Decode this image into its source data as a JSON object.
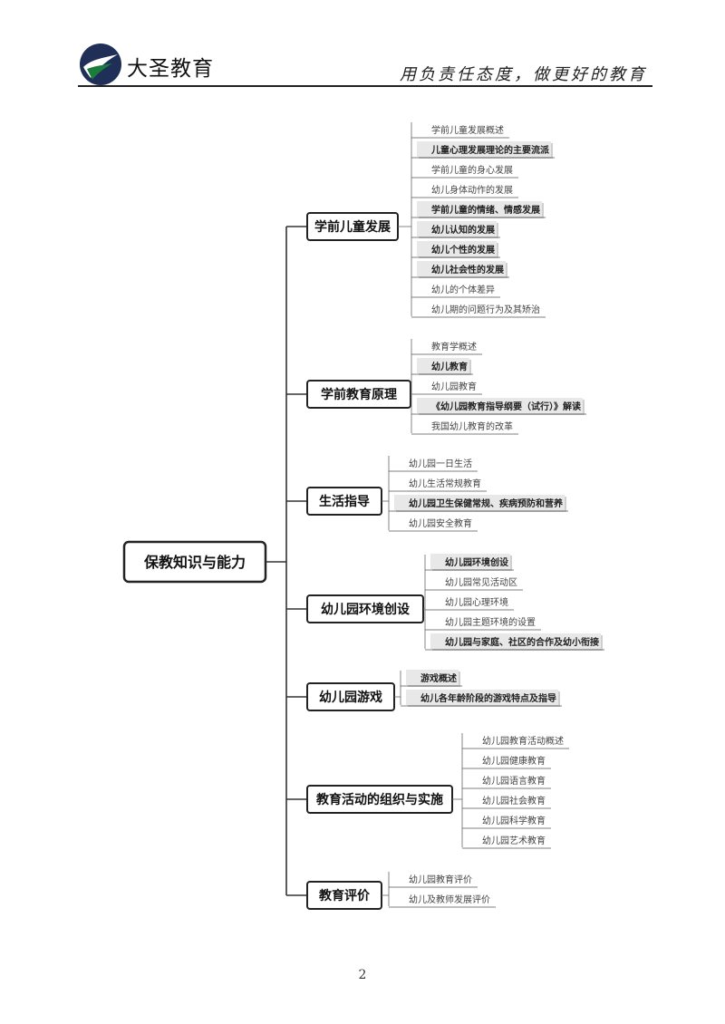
{
  "header": {
    "brand": "大圣教育",
    "slogan": "用负责任态度，做更好的教育",
    "colors": {
      "logo_ring": "#1f2f57",
      "logo_inner": "#1a7d3c"
    }
  },
  "mindmap": {
    "root": "保教知识与能力",
    "branches": [
      {
        "label": "学前儿童发展",
        "leaves": [
          {
            "text": "学前儿童发展概述",
            "highlight": false
          },
          {
            "text": "儿童心理发展理论的主要流派",
            "highlight": true
          },
          {
            "text": "学前儿童的身心发展",
            "highlight": false
          },
          {
            "text": "幼儿身体动作的发展",
            "highlight": false
          },
          {
            "text": "学前儿童的情绪、情感发展",
            "highlight": true
          },
          {
            "text": "幼儿认知的发展",
            "highlight": true
          },
          {
            "text": "幼儿个性的发展",
            "highlight": true
          },
          {
            "text": "幼儿社会性的发展",
            "highlight": true
          },
          {
            "text": "幼儿的个体差异",
            "highlight": false
          },
          {
            "text": "幼儿期的问题行为及其矫治",
            "highlight": false
          }
        ]
      },
      {
        "label": "学前教育原理",
        "leaves": [
          {
            "text": "教育学概述",
            "highlight": false
          },
          {
            "text": "幼儿教育",
            "highlight": true
          },
          {
            "text": "幼儿园教育",
            "highlight": false
          },
          {
            "text": "《幼儿园教育指导纲要（试行）》解读",
            "highlight": true
          },
          {
            "text": "我国幼儿教育的改革",
            "highlight": false
          }
        ]
      },
      {
        "label": "生活指导",
        "leaves": [
          {
            "text": "幼儿园一日生活",
            "highlight": false
          },
          {
            "text": "幼儿生活常规教育",
            "highlight": false
          },
          {
            "text": "幼儿园卫生保健常规、疾病预防和营养",
            "highlight": true
          },
          {
            "text": "幼儿园安全教育",
            "highlight": false
          }
        ]
      },
      {
        "label": "幼儿园环境创设",
        "leaves": [
          {
            "text": "幼儿园环境创设",
            "highlight": true
          },
          {
            "text": "幼儿园常见活动区",
            "highlight": false
          },
          {
            "text": "幼儿园心理环境",
            "highlight": false
          },
          {
            "text": "幼儿园主题环境的设置",
            "highlight": false
          },
          {
            "text": "幼儿园与家庭、社区的合作及幼小衔接",
            "highlight": true
          }
        ]
      },
      {
        "label": "幼儿园游戏",
        "leaves": [
          {
            "text": "游戏概述",
            "highlight": true
          },
          {
            "text": "幼儿各年龄阶段的游戏特点及指导",
            "highlight": true
          }
        ]
      },
      {
        "label": "教育活动的组织与实施",
        "leaves": [
          {
            "text": "幼儿园教育活动概述",
            "highlight": false
          },
          {
            "text": "幼儿园健康教育",
            "highlight": false
          },
          {
            "text": "幼儿园语言教育",
            "highlight": false
          },
          {
            "text": "幼儿园社会教育",
            "highlight": false
          },
          {
            "text": "幼儿园科学教育",
            "highlight": false
          },
          {
            "text": "幼儿园艺术教育",
            "highlight": false
          }
        ]
      },
      {
        "label": "教育评价",
        "leaves": [
          {
            "text": "幼儿园教育评价",
            "highlight": false
          },
          {
            "text": "幼儿及教师发展评价",
            "highlight": false
          }
        ]
      }
    ]
  },
  "footer": {
    "page_number": "2"
  }
}
